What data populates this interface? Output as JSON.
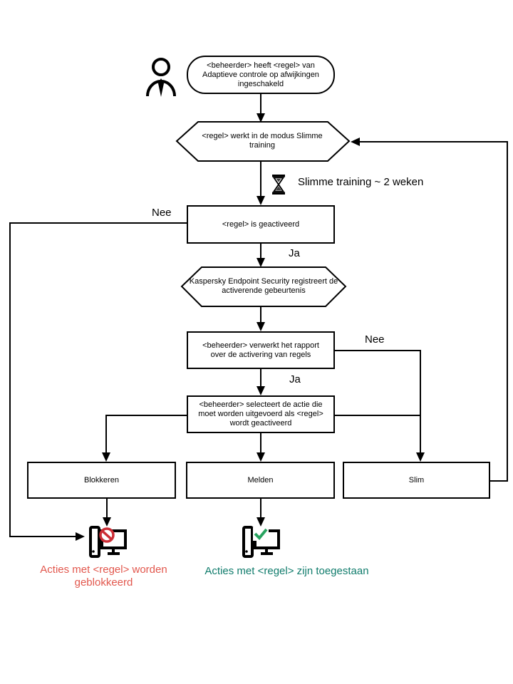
{
  "flow": {
    "start": "<beheerder> heeft <regel> van Adaptieve controle op afwijkingen ingeschakeld",
    "mode_hexagon": "<regel> werkt in de modus Slimme training",
    "timer": "Slimme training ~ 2 weken",
    "activated": "<regel> is geactiveerd",
    "registers": "Kaspersky Endpoint Security registreert de activerende gebeurtenis",
    "report": "<beheerder> verwerkt het rapport over de activering van regels",
    "select_action": "<beheerder> selecteert de actie die moet worden uitgevoerd als <regel> wordt geactiveerd",
    "action_block": "Blokkeren",
    "action_notify": "Melden",
    "action_smart": "Slim",
    "label_no_1": "Nee",
    "label_yes_1": "Ja",
    "label_no_2": "Nee",
    "label_yes_2": "Ja",
    "result_blocked": "Acties met <regel> worden geblokkeerd",
    "result_allowed": "Acties met <regel> zijn toegestaan"
  },
  "colors": {
    "line": "#000000",
    "blocked_text": "#e2574d",
    "allowed_text": "#107c6c",
    "prohibit_icon": "#cc2e36",
    "check_icon": "#27a35f"
  }
}
